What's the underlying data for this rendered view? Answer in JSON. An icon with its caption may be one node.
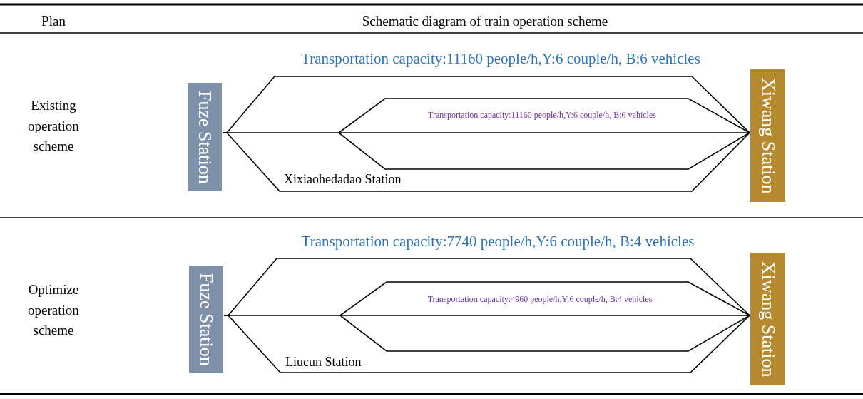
{
  "diagram": {
    "nodes": [
      {
        "text": [
          "Fuze Station"
        ]
      },
      {
        "text": [
          "Xiwang Station"
        ]
      },
      {
        "text": [
          "Fuze Station"
        ]
      },
      {
        "text": [
          "Xiwang Station"
        ]
      }
    ],
    "edges": [
      {
        "from": 0,
        "to": 1,
        "arrow": "none",
        "label": "Transportation capacity:11160 people/h,Y:6 couple/h, B:6 vehicles"
      },
      {
        "from": 0,
        "to": 1,
        "arrow": "none"
      },
      {
        "from": 0,
        "to": 1,
        "arrow": "none"
      },
      {
        "from": null,
        "to": 1,
        "arrow": "none",
        "label": "Transportation capacity:11160 people/h,Y:6 couple/h, B:6 vehicles"
      },
      {
        "from": null,
        "to": 1,
        "arrow": "none"
      },
      {
        "from": 2,
        "to": 3,
        "arrow": "none",
        "label": "Transportation capacity:7740 people/h,Y:6 couple/h, B:4 vehicles"
      },
      {
        "from": 2,
        "to": 3,
        "arrow": "none"
      },
      {
        "from": 2,
        "to": 3,
        "arrow": "none"
      },
      {
        "from": null,
        "to": 3,
        "arrow": "none",
        "label": "Transportation capacity:4960 people/h,Y:6 couple/h, B:4 vehicles"
      },
      {
        "from": null,
        "to": 3,
        "arrow": "none"
      }
    ],
    "labels": [
      "Plan",
      "Schematic diagram of train operation scheme",
      "Existing operation scheme",
      "Xixiaohedadao Station",
      "Optimize operation scheme",
      "Liucun Station"
    ]
  }
}
